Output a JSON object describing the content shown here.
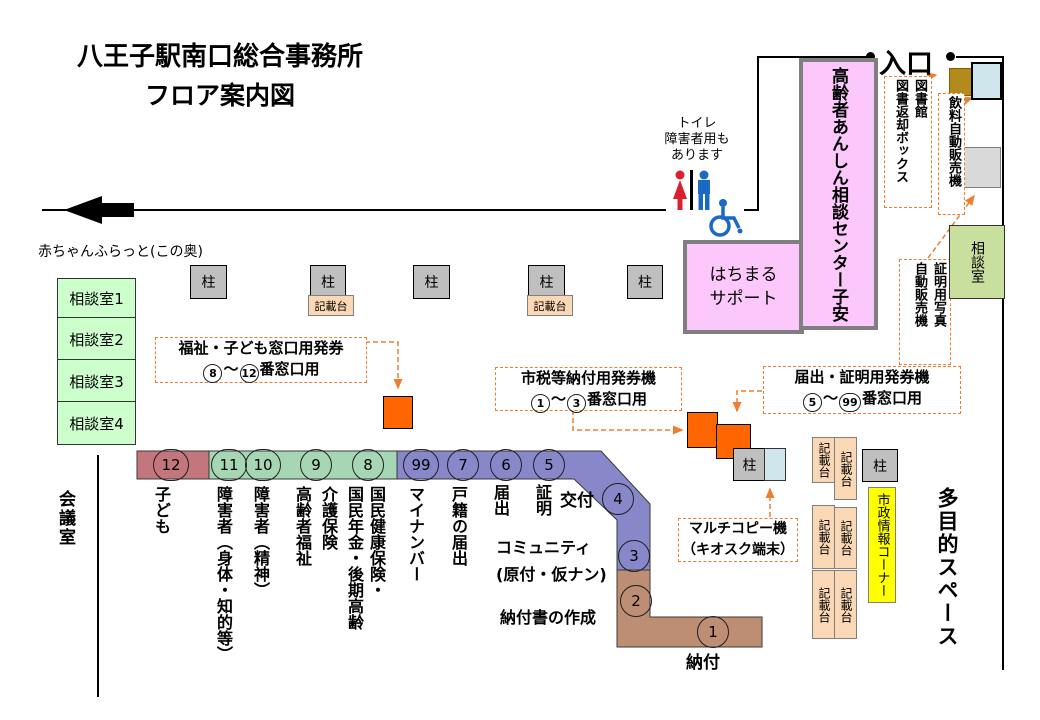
{
  "title": {
    "line1": "八王子駅南口総合事務所",
    "line2": "フロア案内図"
  },
  "entrance_label": "入口",
  "back_area_note": "赤ちゃんふらっと(この奥)",
  "toilet_note": "トイレ\n障害者用も\nあります",
  "pillar_label": "柱",
  "writing_desk_label": "記載台",
  "rooms": {
    "consult_left": [
      "相談室1",
      "相談室2",
      "相談室3",
      "相談室4"
    ],
    "consult_right": "相談室",
    "meeting": "会議室",
    "multipurpose": "多目的スペース",
    "civic_info": "市政情報コーナー",
    "hachimaru": "はちまる\nサポート",
    "senior_center": "高齢者あんしん相談センター子安"
  },
  "machines": {
    "book_return": "図書館\n図書返却ボックス",
    "beverage": "飲料自動販売機",
    "photo": "証明用写真\n自動販売機",
    "multicopy": "マルチコピー機\n（キオスク端末）"
  },
  "ticket_labels": {
    "welfare": {
      "line1": "福祉・子ども窓口用発券",
      "from": "8",
      "tilde": "～",
      "to": "12",
      "suffix": "番窓口用"
    },
    "tax": {
      "line1": "市税等納付用発券機",
      "from": "1",
      "tilde": "～",
      "to": "3",
      "suffix": "番窓口用"
    },
    "report": {
      "line1": "届出・証明用発券機",
      "from": "5",
      "tilde": "～",
      "to": "99",
      "suffix": "番窓口用"
    }
  },
  "counter": {
    "numbers": [
      "12",
      "11",
      "10",
      "9",
      "8",
      "99",
      "7",
      "6",
      "5",
      "4",
      "3",
      "2",
      "1"
    ],
    "labels": {
      "kodomo": "子ども",
      "shougai_shintai": "障害者（身体・知的等）",
      "shougai_seishin": "障害者（精神）",
      "kourei_fukushi": "高齢者福祉",
      "kaigo_hoken": "介護保険",
      "kokuho_nenkin": "国民健康保険・\n国民年金・後期高齢",
      "mynumber": "マイナンバー",
      "koseki_todoke": "戸籍の届出",
      "todokede": "届出",
      "shoumei": "証明",
      "koufu": "交付",
      "community": "コミュニティ\n(原付・仮ナン)",
      "nofusho": "納付書の作成",
      "nofu": "納付"
    }
  },
  "colors": {
    "counter_red": "#C4767D",
    "counter_green": "#A7D6B4",
    "counter_purple": "#8787C9",
    "counter_brown": "#BD8E74",
    "room_green": "#CCFFCC",
    "consult_green": "#C8DF9E",
    "pink": "#FCC7FA",
    "pillar_gray": "#BFBFBF",
    "desk_peach": "#FBD8B5",
    "machine_orange": "#FF6600",
    "gold": "#B38B1D",
    "cyan": "#CEE6EC",
    "photo_gray": "#D9D9D9",
    "info_yellow": "#FFFF00",
    "dash_orange": "#ED7D31"
  }
}
